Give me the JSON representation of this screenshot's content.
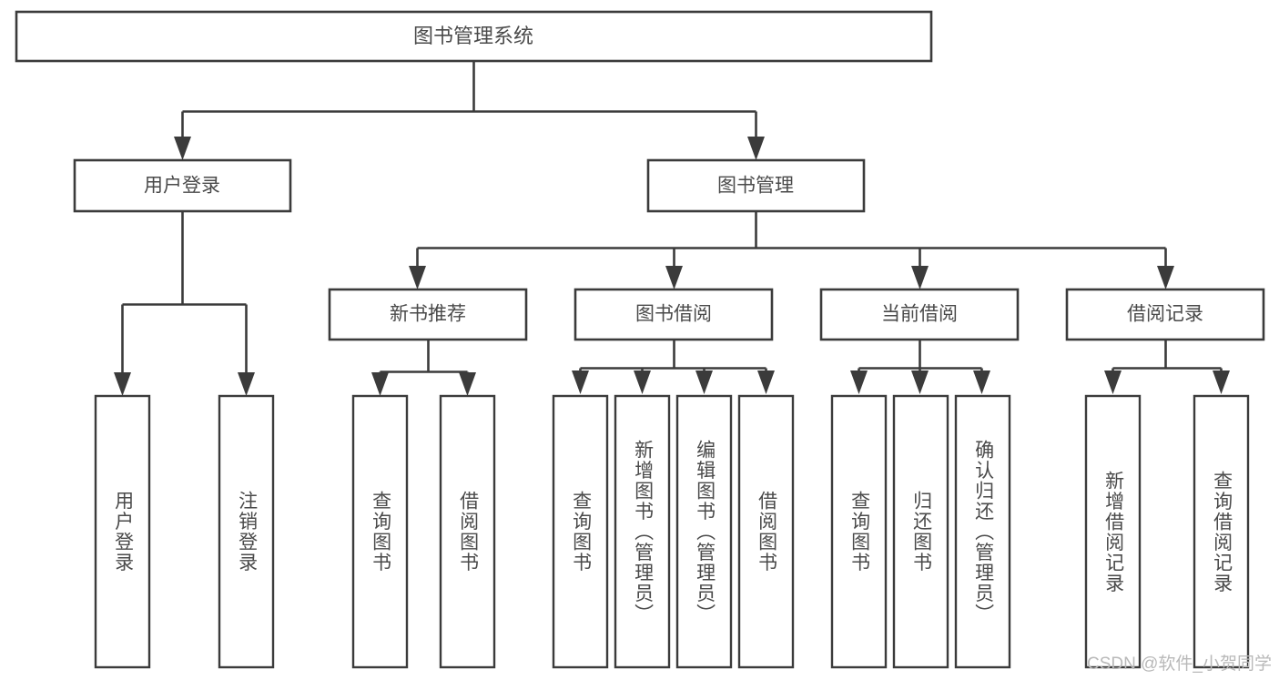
{
  "diagram": {
    "title": "图书管理系统",
    "type": "hierarchy-tree",
    "root": {
      "id": "root",
      "label": "图书管理系统",
      "orientation": "horizontal"
    },
    "level2": [
      {
        "id": "user-login",
        "label": "用户登录",
        "orientation": "horizontal"
      },
      {
        "id": "book-management",
        "label": "图书管理",
        "orientation": "horizontal"
      }
    ],
    "level3": [
      {
        "id": "new-book-recommend",
        "label": "新书推荐",
        "orientation": "horizontal",
        "parent": "book-management"
      },
      {
        "id": "book-borrow",
        "label": "图书借阅",
        "orientation": "horizontal",
        "parent": "book-management"
      },
      {
        "id": "current-borrow",
        "label": "当前借阅",
        "orientation": "horizontal",
        "parent": "book-management"
      },
      {
        "id": "borrow-record",
        "label": "借阅记录",
        "orientation": "horizontal",
        "parent": "book-management"
      }
    ],
    "leaves": [
      {
        "id": "leaf-user-login",
        "label": "用户登录",
        "orientation": "vertical",
        "parent": "user-login"
      },
      {
        "id": "leaf-user-logout",
        "label": "注销登录",
        "orientation": "vertical",
        "parent": "user-login"
      },
      {
        "id": "leaf-query-book-1",
        "label": "查询图书",
        "orientation": "vertical",
        "parent": "new-book-recommend"
      },
      {
        "id": "leaf-borrow-book-1",
        "label": "借阅图书",
        "orientation": "vertical",
        "parent": "new-book-recommend"
      },
      {
        "id": "leaf-query-book-2",
        "label": "查询图书",
        "orientation": "vertical",
        "parent": "book-borrow"
      },
      {
        "id": "leaf-add-book",
        "label": "新增图书（管理员）",
        "orientation": "vertical",
        "parent": "book-borrow"
      },
      {
        "id": "leaf-edit-book",
        "label": "编辑图书（管理员）",
        "orientation": "vertical",
        "parent": "book-borrow"
      },
      {
        "id": "leaf-borrow-book-2",
        "label": "借阅图书",
        "orientation": "vertical",
        "parent": "book-borrow"
      },
      {
        "id": "leaf-query-book-3",
        "label": "查询图书",
        "orientation": "vertical",
        "parent": "current-borrow"
      },
      {
        "id": "leaf-return-book",
        "label": "归还图书",
        "orientation": "vertical",
        "parent": "current-borrow"
      },
      {
        "id": "leaf-confirm-return",
        "label": "确认归还（管理员）",
        "orientation": "vertical",
        "parent": "current-borrow"
      },
      {
        "id": "leaf-add-record",
        "label": "新增借阅记录",
        "orientation": "vertical",
        "parent": "borrow-record"
      },
      {
        "id": "leaf-query-record",
        "label": "查询借阅记录",
        "orientation": "vertical",
        "parent": "borrow-record"
      }
    ]
  },
  "watermark": {
    "text": "CSDN @软件_小贺同学"
  },
  "colors": {
    "box_stroke": "#3b3b3b",
    "box_fill": "#ffffff",
    "text": "#4a4a4a",
    "connector": "#3b3b3b",
    "watermark": "#b9b9b9",
    "background": "#ffffff"
  }
}
